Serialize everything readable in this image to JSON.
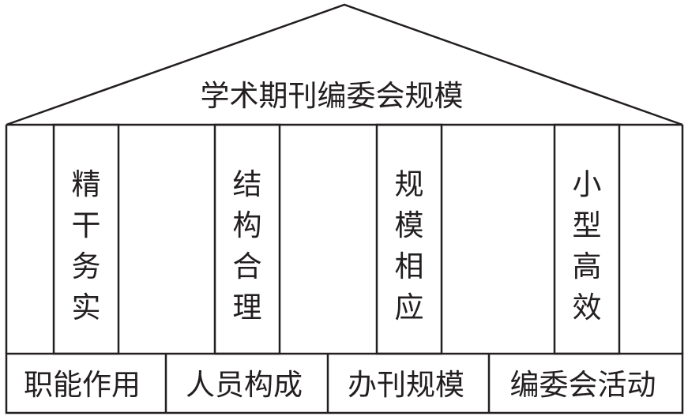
{
  "roof": {
    "title": "学术期刊编委会规模"
  },
  "pillars": [
    {
      "label": "精干务实"
    },
    {
      "label": "结构合理"
    },
    {
      "label": "规模相应"
    },
    {
      "label": "小型高效"
    }
  ],
  "base": [
    {
      "label": "职能作用"
    },
    {
      "label": "人员构成"
    },
    {
      "label": "办刊规模"
    },
    {
      "label": "编委会活动"
    }
  ],
  "colors": {
    "line": "#231f20",
    "background": "#ffffff"
  }
}
